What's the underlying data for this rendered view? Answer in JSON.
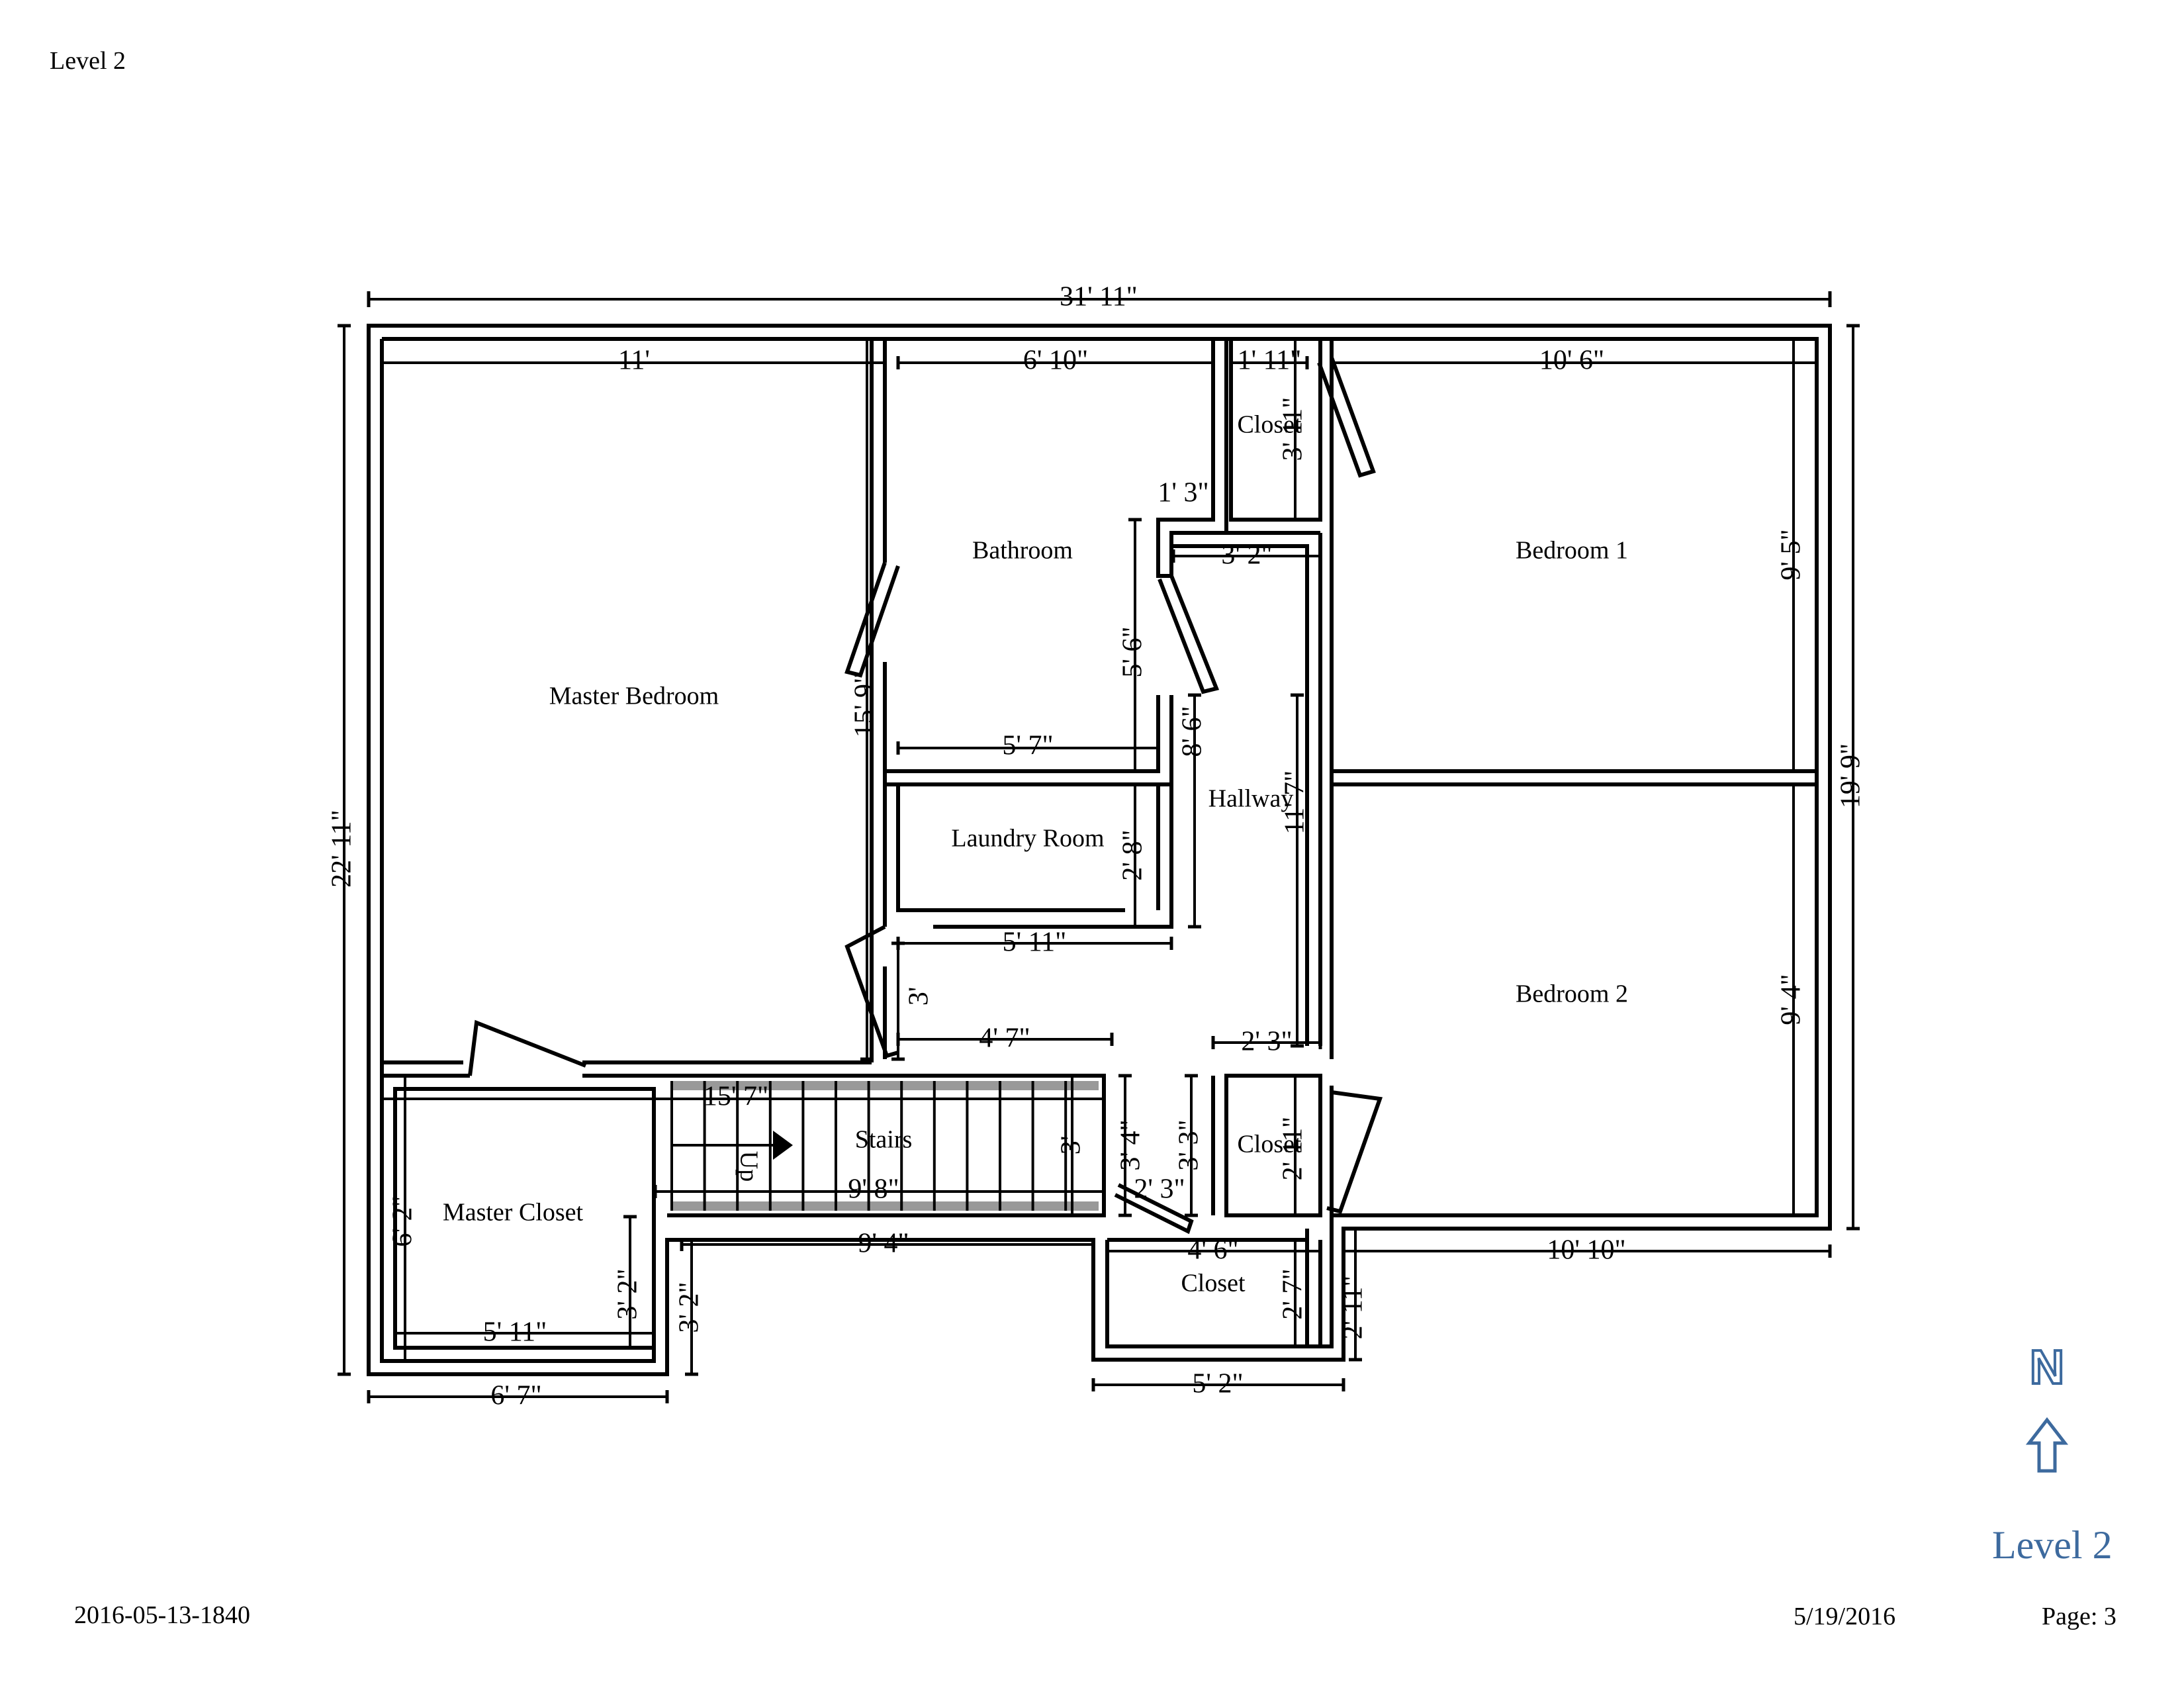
{
  "header": {
    "level": "Level 2"
  },
  "footer": {
    "id": "2016-05-13-1840",
    "date": "5/19/2016",
    "page": "Page: 3"
  },
  "compass": {
    "letter": "N",
    "level": "Level 2",
    "color": "#3d6a9e"
  },
  "rooms": {
    "master_bedroom": "Master Bedroom",
    "bathroom": "Bathroom",
    "closet_n": "Closet",
    "bedroom1": "Bedroom 1",
    "laundry": "Laundry Room",
    "hallway": "Hallway",
    "bedroom2": "Bedroom 2",
    "stairs": "Stairs",
    "up": "Up",
    "closet_mid": "Closet",
    "closet_s": "Closet",
    "master_closet": "Master Closet"
  },
  "dims": {
    "overall_w": "31' 11\"",
    "overall_h": "22' 11\"",
    "east_h": "19' 9\"",
    "master_w": "11'",
    "bath_w": "6' 10\"",
    "closet_w": "1' 11\"",
    "bed1_w": "10' 6\"",
    "closet_h": "3' 11\"",
    "hall_n": "1' 3\"",
    "hall_w": "3' 2\"",
    "bed1_h": "9' 5\"",
    "bath_h": "5' 6\"",
    "master_h": "15' 9\"",
    "hall_h": "8' 6\"",
    "bath_lw": "5' 7\"",
    "hall_len": "11' 7\"",
    "laundry_h": "2' 8\"",
    "laundry_w": "5' 11\"",
    "land_h": "3'",
    "land_w": "4' 7\"",
    "closet_mid_w": "2' 3\"",
    "bed2_h": "9' 4\"",
    "stairs_len": "15' 7\"",
    "stairs_h1": "3' 4\"",
    "stairs_h2": "3' 3\"",
    "closet_mid_h": "2' 11\"",
    "stairs_w": "3'",
    "stairs_run": "9' 8\"",
    "stair_door": "2' 3\"",
    "mcloset_h": "6' 2\"",
    "south_w": "9' 4\"",
    "closet_s_w": "4' 6\"",
    "bed2_w": "10' 10\"",
    "mc_h1": "3' 2\"",
    "mc_h2": "3' 2\"",
    "closet_s_h": "2' 7\"",
    "closet_s_h2": "2' 11\"",
    "mcloset_w": "5' 11\"",
    "bottom_w": "6' 7\"",
    "closet_s_bw": "5' 2\""
  }
}
